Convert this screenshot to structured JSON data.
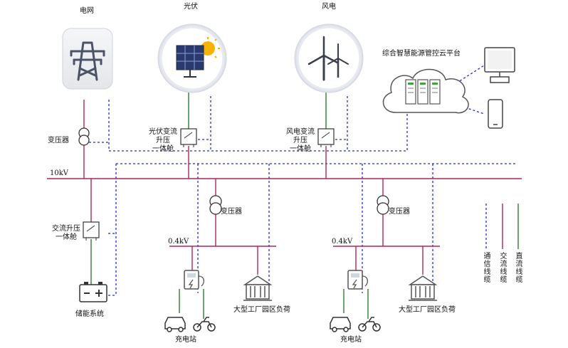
{
  "sources": {
    "grid_label": "电网",
    "pv_label": "光伏",
    "wind_label": "风电"
  },
  "cloud_label": "综合智慧能源管控云平台",
  "bus": {
    "hv_label": "10kV",
    "lv_label_left": "0.4kV",
    "lv_label_right": "0.4kV"
  },
  "devices": {
    "transformer_top": "变压器",
    "transformer_mid_left": "变压器",
    "transformer_mid_right": "变压器",
    "pv_inverter": "光伏变流\n升压\n一体舱",
    "wind_inverter": "风电变流\n升压\n一体舱",
    "storage_inverter": "交流升压\n一体舱",
    "storage": "储能系统",
    "charging_left": "充电站",
    "charging_right": "充电站",
    "load_left": "大型工厂园区负荷",
    "load_right": "大型工厂园区负荷"
  },
  "legend": {
    "comm": "通信线缆",
    "ac": "交流线缆",
    "dc": "直流线缆"
  },
  "colors": {
    "ac": "#b0245c",
    "dc": "#2e7d32",
    "comm": "#1f2fd0",
    "icon": "#555555"
  }
}
